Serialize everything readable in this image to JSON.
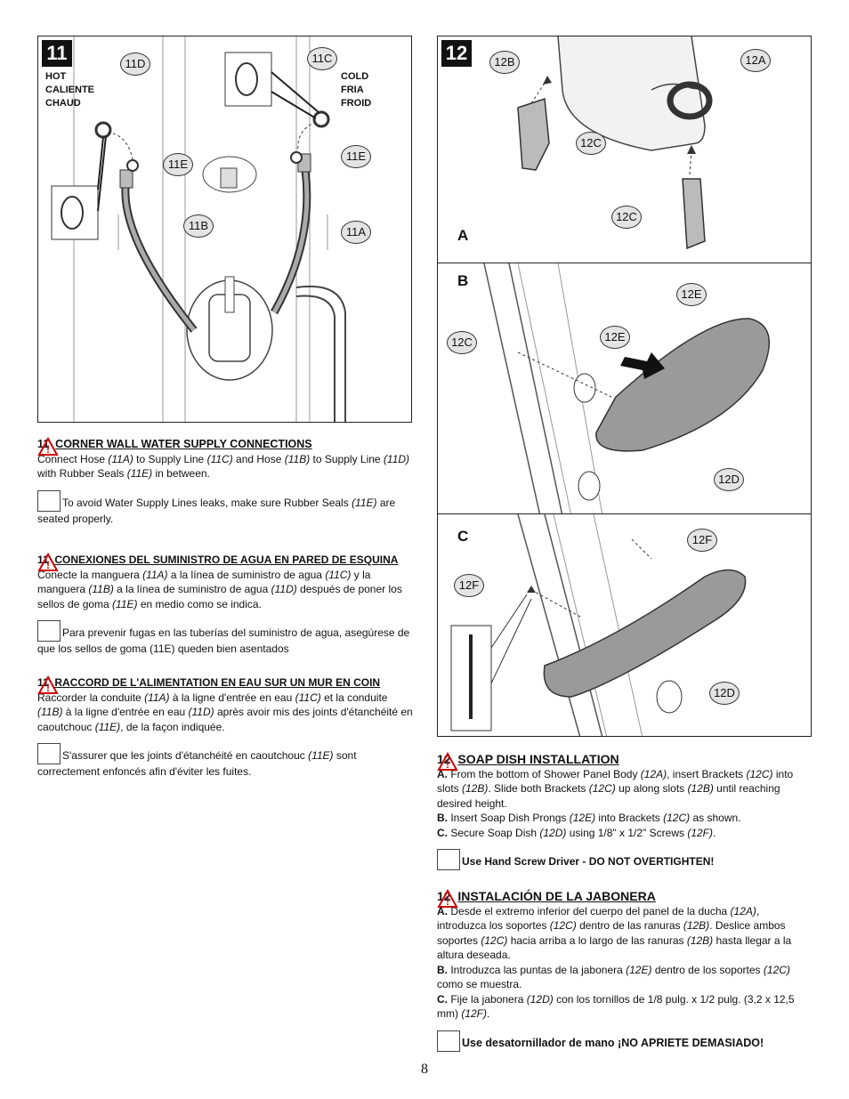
{
  "step11": {
    "number": "11",
    "callouts": {
      "c11D": "11D",
      "c11C": "11C",
      "c11E_left": "11E",
      "c11E_right": "11E",
      "c11B": "11B",
      "c11A": "11A"
    },
    "hot_label": [
      "HOT",
      "CALIENTE",
      "CHAUD"
    ],
    "cold_label": [
      "COLD",
      "FRIA",
      "FROID"
    ],
    "en": {
      "heading_num": "11",
      "heading": "CORNER  WALL WATER SUPPLY CONNECTIONS",
      "body_parts": [
        "Connect Hose ",
        "(11A)",
        " to Supply Line ",
        "(11C)",
        " and Hose ",
        "(11B)",
        " to Supply Line ",
        "(11D)",
        " with Rubber Seals ",
        "(11E)",
        " in between."
      ],
      "warning_parts": [
        "To avoid Water Supply Lines leaks, make sure Rubber Seals ",
        "(11E)",
        " are seated properly."
      ]
    },
    "es": {
      "heading_num": "11",
      "heading": "CONEXIONES DEL SUMINISTRO DE AGUA EN PARED DE ESQUINA",
      "body_parts": [
        "Conecte la manguera ",
        "(11A)",
        " a la línea de suministro de agua ",
        "(11C)",
        " y la manguera ",
        "(11B)",
        " a la línea de suministro de agua ",
        "(11D)",
        " después de poner los sellos de goma ",
        "(11E)",
        " en medio como se indica."
      ],
      "warning": "Para prevenir fugas en las tuberías del suministro de agua, asegúrese de que los sellos de goma (11E) queden bien asentados"
    },
    "fr": {
      "heading_num": "11",
      "heading": "RACCORD DE L'ALIMENTATION EN EAU SUR UN MUR EN COIN",
      "body_parts": [
        "Raccorder la conduite ",
        "(11A)",
        " à la ligne d'entrée en eau ",
        "(11C)",
        " et la conduite ",
        "(11B)",
        " à la ligne d'entrée en eau ",
        "(11D)",
        " après avoir mis des joints d'étanchéité en caoutchouc ",
        "(11E)",
        ", de la façon indiquée."
      ],
      "warning_parts": [
        "S'assurer que les joints d'étanchéité en caoutchouc ",
        "(11E)",
        " sont correctement enfoncés afin d'éviter les fuites."
      ]
    }
  },
  "step12": {
    "number": "12",
    "panel_a": {
      "label": "A",
      "c12B": "12B",
      "c12A": "12A",
      "c12C_top": "12C",
      "c12C_bottom": "12C"
    },
    "panel_b": {
      "label": "B",
      "c12E_top": "12E",
      "c12E_mid": "12E",
      "c12C": "12C",
      "c12D": "12D"
    },
    "panel_c": {
      "label": "C",
      "c12F_top": "12F",
      "c12F_left": "12F",
      "c12D": "12D"
    },
    "en": {
      "heading_num": "12",
      "heading": "SOAP DISH INSTALLATION",
      "a_prefix": "A.",
      "a_parts": [
        " From the bottom of Shower Panel Body ",
        "(12A)",
        ", insert Brackets ",
        "(12C)",
        " into slots  ",
        "(12B)",
        ". Slide both Brackets ",
        "(12C)",
        " up along slots ",
        "(12B)",
        " until reaching desired height."
      ],
      "b_prefix": "B.",
      "b_parts": [
        " Insert Soap Dish Prongs ",
        "(12E)",
        " into Brackets ",
        "(12C)",
        " as shown."
      ],
      "c_prefix": "C.",
      "c_parts": [
        " Secure Soap Dish ",
        "(12D)",
        " using 1/8\" x 1/2\" Screws ",
        "(12F)",
        "."
      ],
      "warning": "Use Hand Screw Driver - DO NOT OVERTIGHTEN!"
    },
    "es": {
      "heading_num": "12",
      "heading": "INSTALACIÓN DE LA JABONERA",
      "a_prefix": "A.",
      "a_parts": [
        " Desde el extremo inferior del cuerpo del panel de la ducha ",
        "(12A)",
        ", introduzca los soportes ",
        "(12C)",
        " dentro de las ranuras ",
        "(12B)",
        ". Deslice ambos soportes ",
        "(12C)",
        " hacia arriba a lo largo de las ranuras ",
        "(12B)",
        " hasta llegar a la altura deseada."
      ],
      "b_prefix": "B.",
      "b_parts": [
        " Introduzca las puntas de la jabonera ",
        "(12E)",
        " dentro de los soportes ",
        "(12C)",
        " como se muestra."
      ],
      "c_prefix": "C.",
      "c_parts": [
        " Fije la jabonera ",
        "(12D)",
        " con los tornillos de 1/8 pulg. x 1/2 pulg. (3,2 x 12,5 mm) ",
        "(12F)",
        "."
      ],
      "warning": "Use desatornillador de mano ¡NO APRIETE DEMASIADO!"
    }
  },
  "page_number": "8"
}
